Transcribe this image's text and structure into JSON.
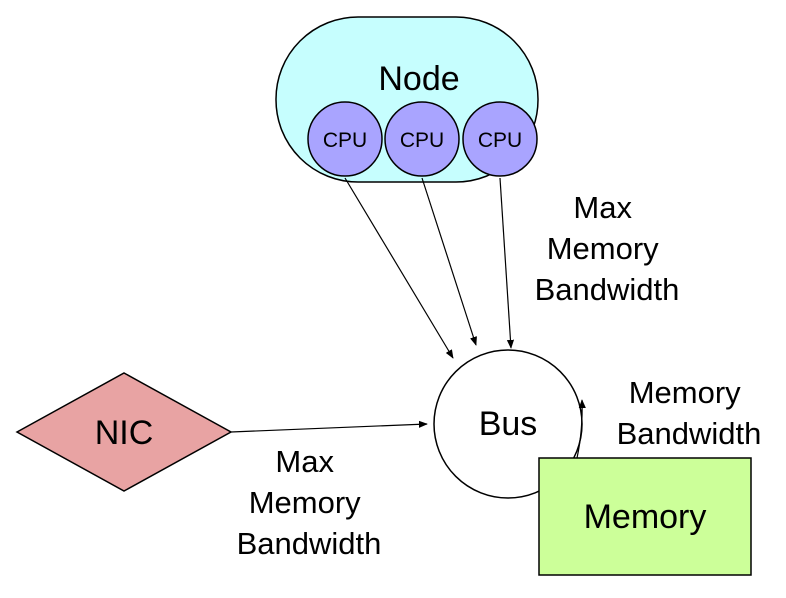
{
  "node": {
    "label": "Node",
    "cpus": [
      "CPU",
      "CPU",
      "CPU"
    ]
  },
  "bus": {
    "label": "Bus"
  },
  "nic": {
    "label": "NIC"
  },
  "memory": {
    "label": "Memory"
  },
  "edge_labels": {
    "cpu_to_bus": [
      "Max",
      "Memory",
      "Bandwidth"
    ],
    "nic_to_bus": [
      "Max",
      "Memory",
      "Bandwidth"
    ],
    "memory_to_bus": [
      "Memory",
      "Bandwidth"
    ]
  },
  "colors": {
    "node_fill": "#c6fefe",
    "cpu_fill": "#a9a4ff",
    "nic_fill": "#e8a3a3",
    "memory_fill": "#ccff99",
    "bus_fill": "#ffffff",
    "stroke": "#000000"
  }
}
